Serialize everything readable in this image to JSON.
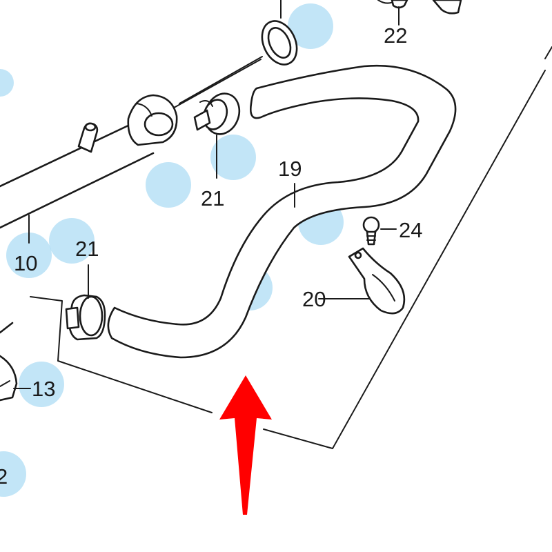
{
  "callouts": {
    "hose_main": "19",
    "clip_upper": "21",
    "clip_lower": "21",
    "bracket_clamp": "20",
    "bolt": "24",
    "fitting_top": "22",
    "pipe": "10",
    "hose_left": "13",
    "partial_bottom_left": "2"
  },
  "colors": {
    "line": "#1a1a1a",
    "highlight_dot": "#8fd0f0",
    "arrow": "#ff0000"
  },
  "indicator": {
    "icon": "red-up-arrow-icon"
  }
}
